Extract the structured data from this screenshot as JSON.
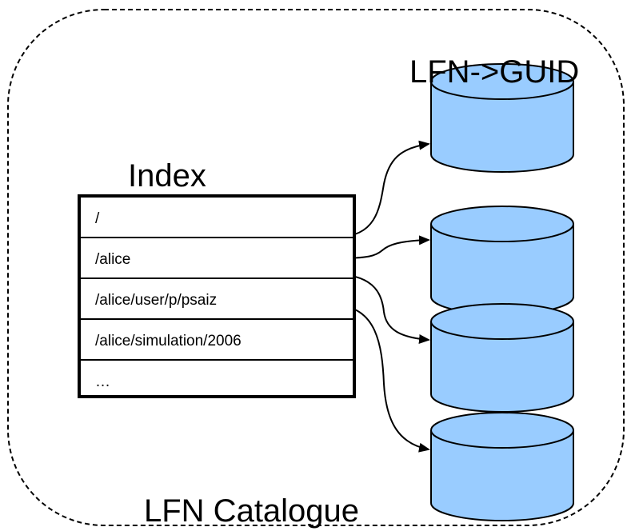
{
  "labels": {
    "mapping_title": "LFN->GUID",
    "index_title": "Index",
    "catalogue_title": "LFN Catalogue"
  },
  "index_rows": [
    "/",
    "/alice",
    "/alice/user/p/psaiz",
    "/alice/simulation/2006",
    "…"
  ],
  "colors": {
    "cylinder_fill": "#99ccff",
    "line": "#000000"
  }
}
